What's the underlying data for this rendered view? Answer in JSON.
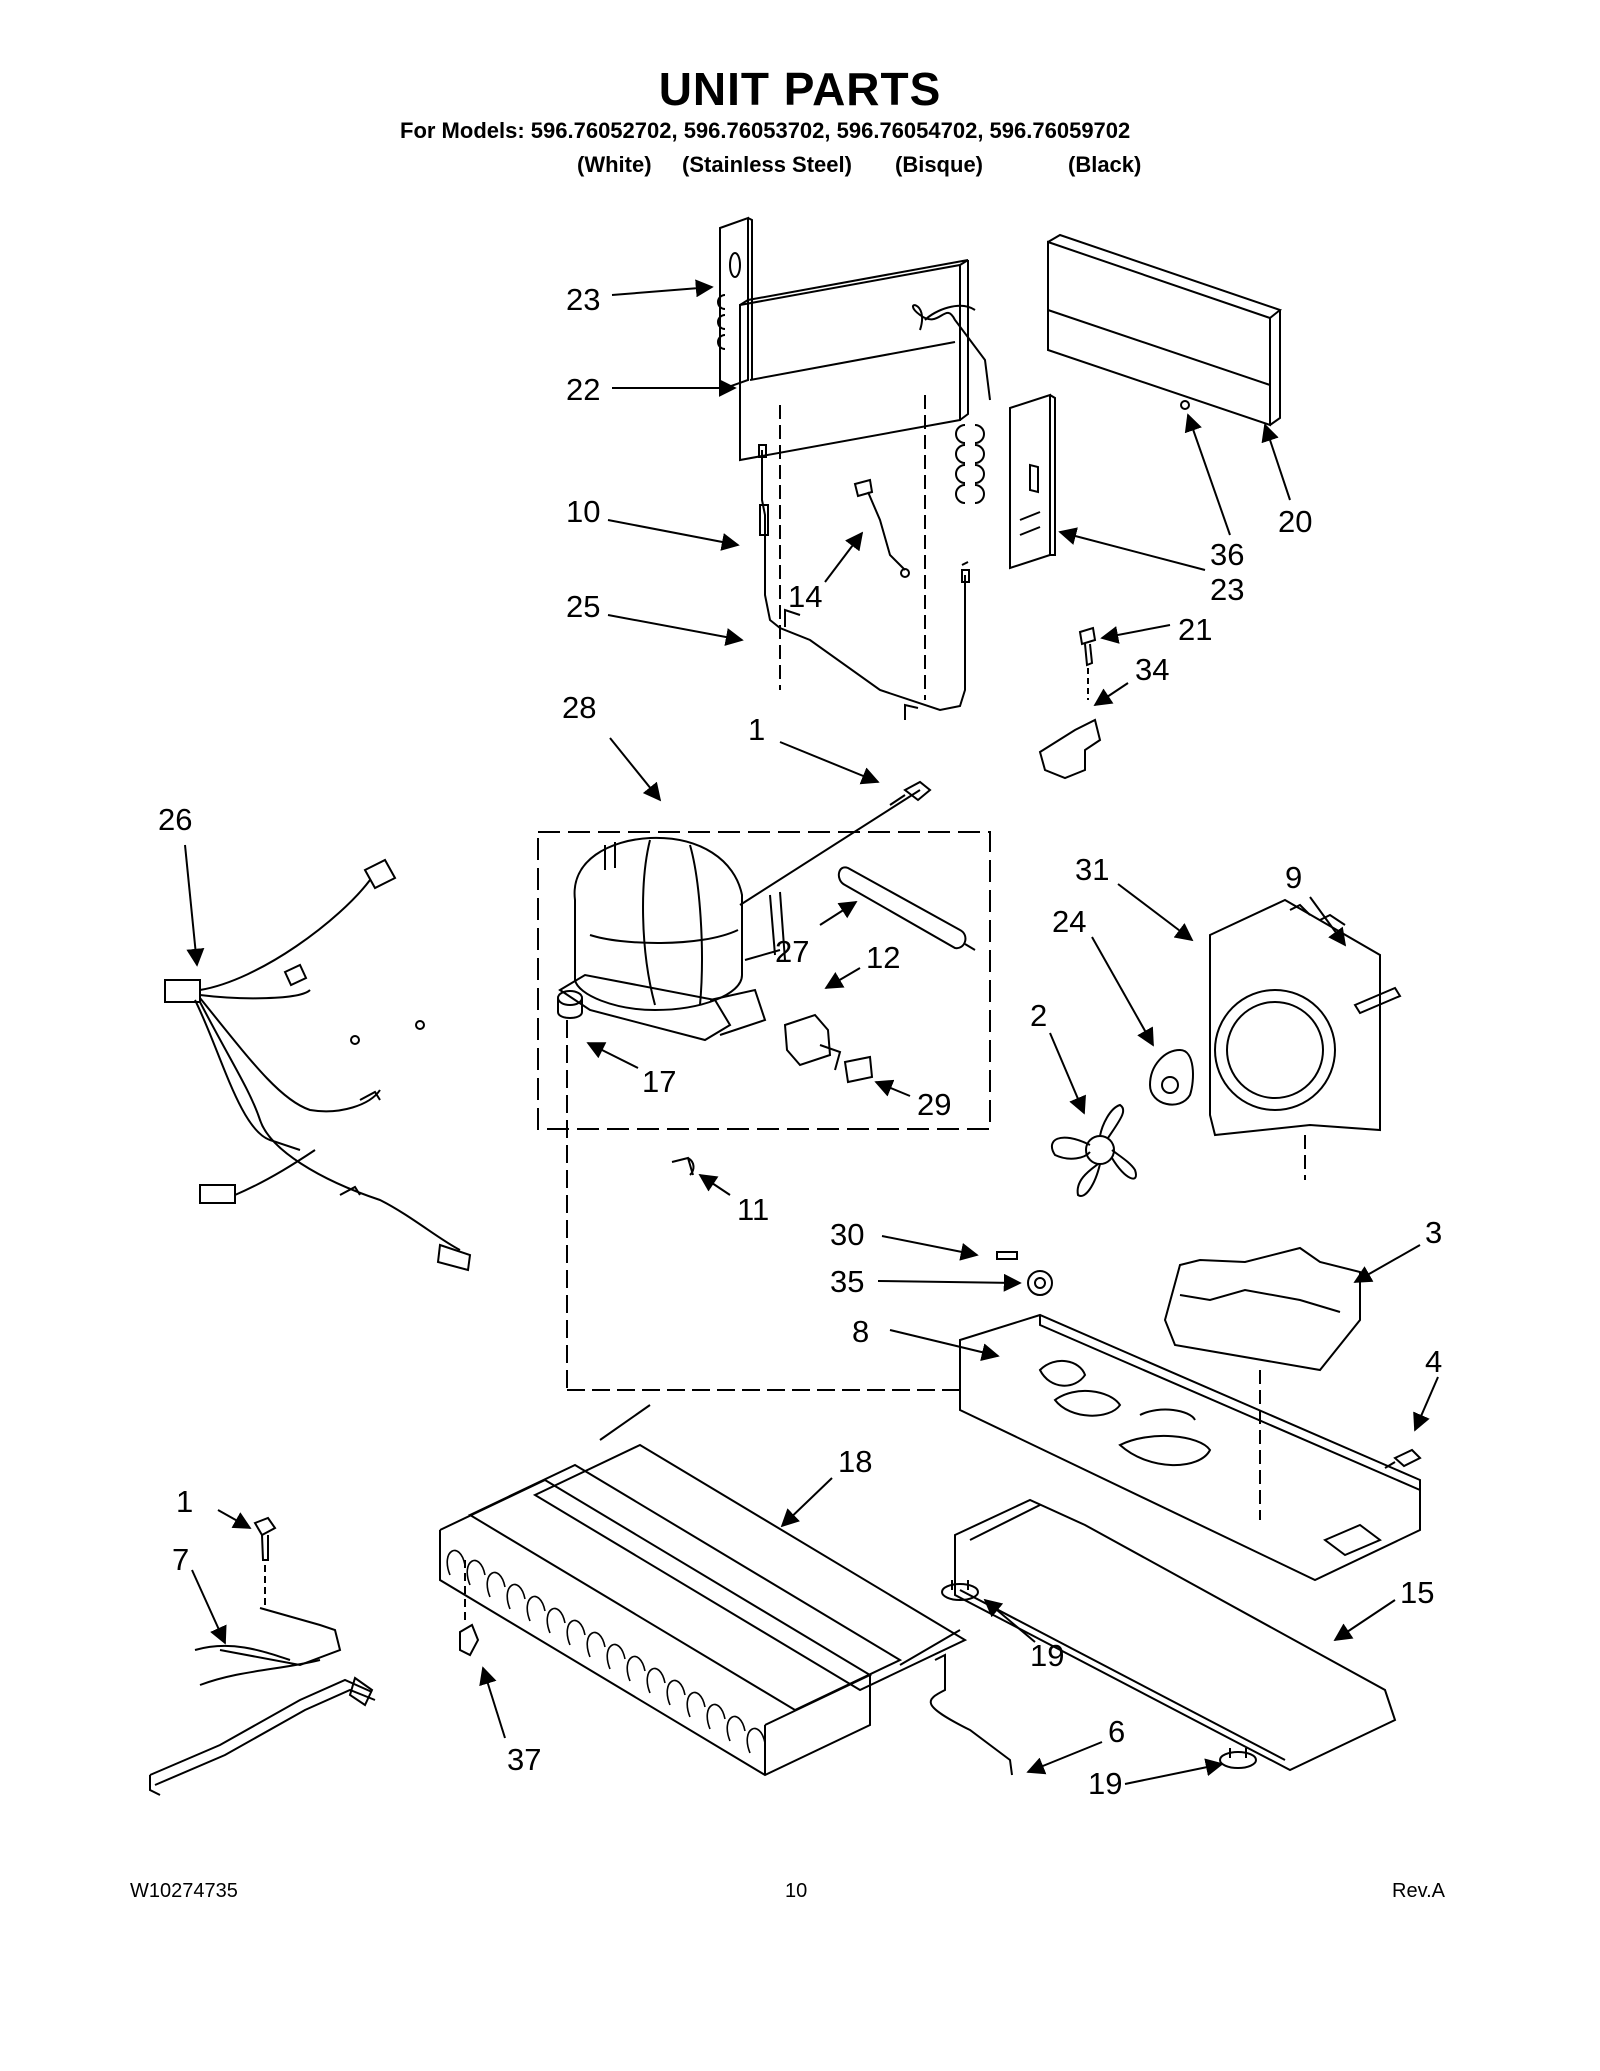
{
  "header": {
    "title": "UNIT PARTS",
    "models_line": "For Models: 596.76052702, 596.76053702, 596.76054702, 596.76059702",
    "colors": [
      "(White)",
      "(Stainless Steel)",
      "(Bisque)",
      "(Black)"
    ]
  },
  "callouts": [
    "23",
    "22",
    "10",
    "14",
    "25",
    "36",
    "20",
    "23",
    "21",
    "34",
    "28",
    "1",
    "26",
    "27",
    "12",
    "31",
    "9",
    "24",
    "2",
    "17",
    "29",
    "11",
    "30",
    "35",
    "8",
    "3",
    "4",
    "18",
    "1",
    "7",
    "15",
    "19",
    "6",
    "19",
    "37"
  ],
  "footer": {
    "doc_number": "W10274735",
    "page_number": "10",
    "revision": "Rev.A"
  }
}
